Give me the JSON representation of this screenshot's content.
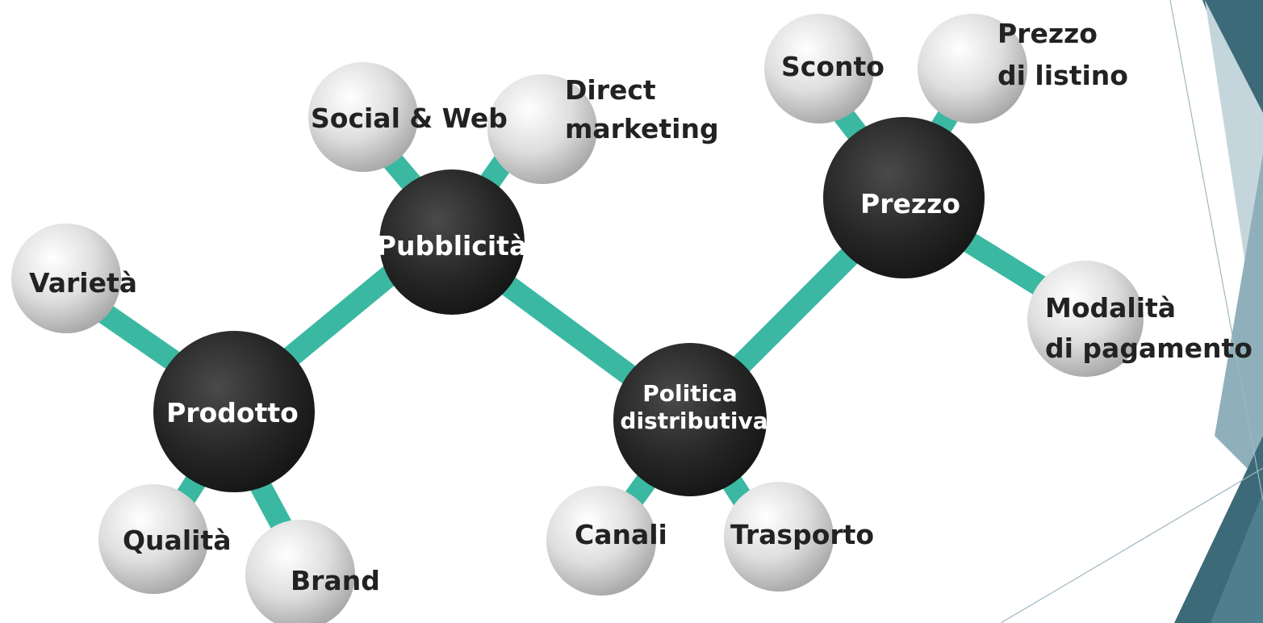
{
  "colors": {
    "bond": "#3bb8a2",
    "bond_dark": "#2a8e7e",
    "dark_atom": "#232323",
    "light_atom": "#d9d9d9",
    "deco_dark": "#3d6a78",
    "deco_mid": "#7fa3ae",
    "deco_light": "#c4d6dc"
  },
  "atoms": {
    "prodotto": "Prodotto",
    "pubblicita": "Pubblicità",
    "politica_1": "Politica",
    "politica_2": "distributiva",
    "prezzo": "Prezzo",
    "varieta": "Varietà",
    "qualita": "Qualità",
    "brand": "Brand",
    "social_web": "Social & Web",
    "direct_1": "Direct",
    "direct_2": "marketing",
    "canali": "Canali",
    "trasporto": "Trasporto",
    "sconto": "Sconto",
    "listino_1": "Prezzo",
    "listino_2": "di listino",
    "modalita_1": "Modalità",
    "modalita_2": "di pagamento"
  }
}
